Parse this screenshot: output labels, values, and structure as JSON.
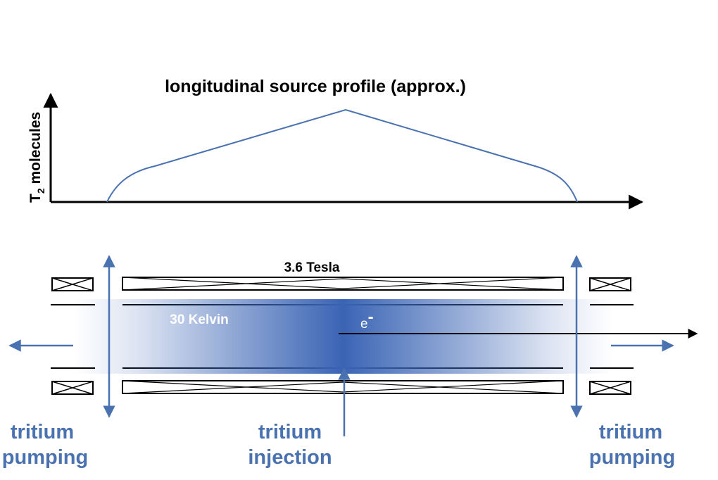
{
  "colors": {
    "accent_blue": "#4a72b0",
    "gas_blue": "#3a64b4",
    "ink": "#000000"
  },
  "profile": {
    "title": "longitudinal source profile (approx.)",
    "y_axis_label_main": "T",
    "y_axis_label_sub": "2",
    "y_axis_label_rest": " molecules"
  },
  "source": {
    "field_label": "3.6 Tesla",
    "temperature_label": "30 Kelvin",
    "electron_label": "e",
    "electron_charge": "-"
  },
  "labels": {
    "left_pumping": [
      "tritium",
      "pumping"
    ],
    "injection": [
      "tritium",
      "injection"
    ],
    "right_pumping": [
      "tritium",
      "pumping"
    ]
  }
}
